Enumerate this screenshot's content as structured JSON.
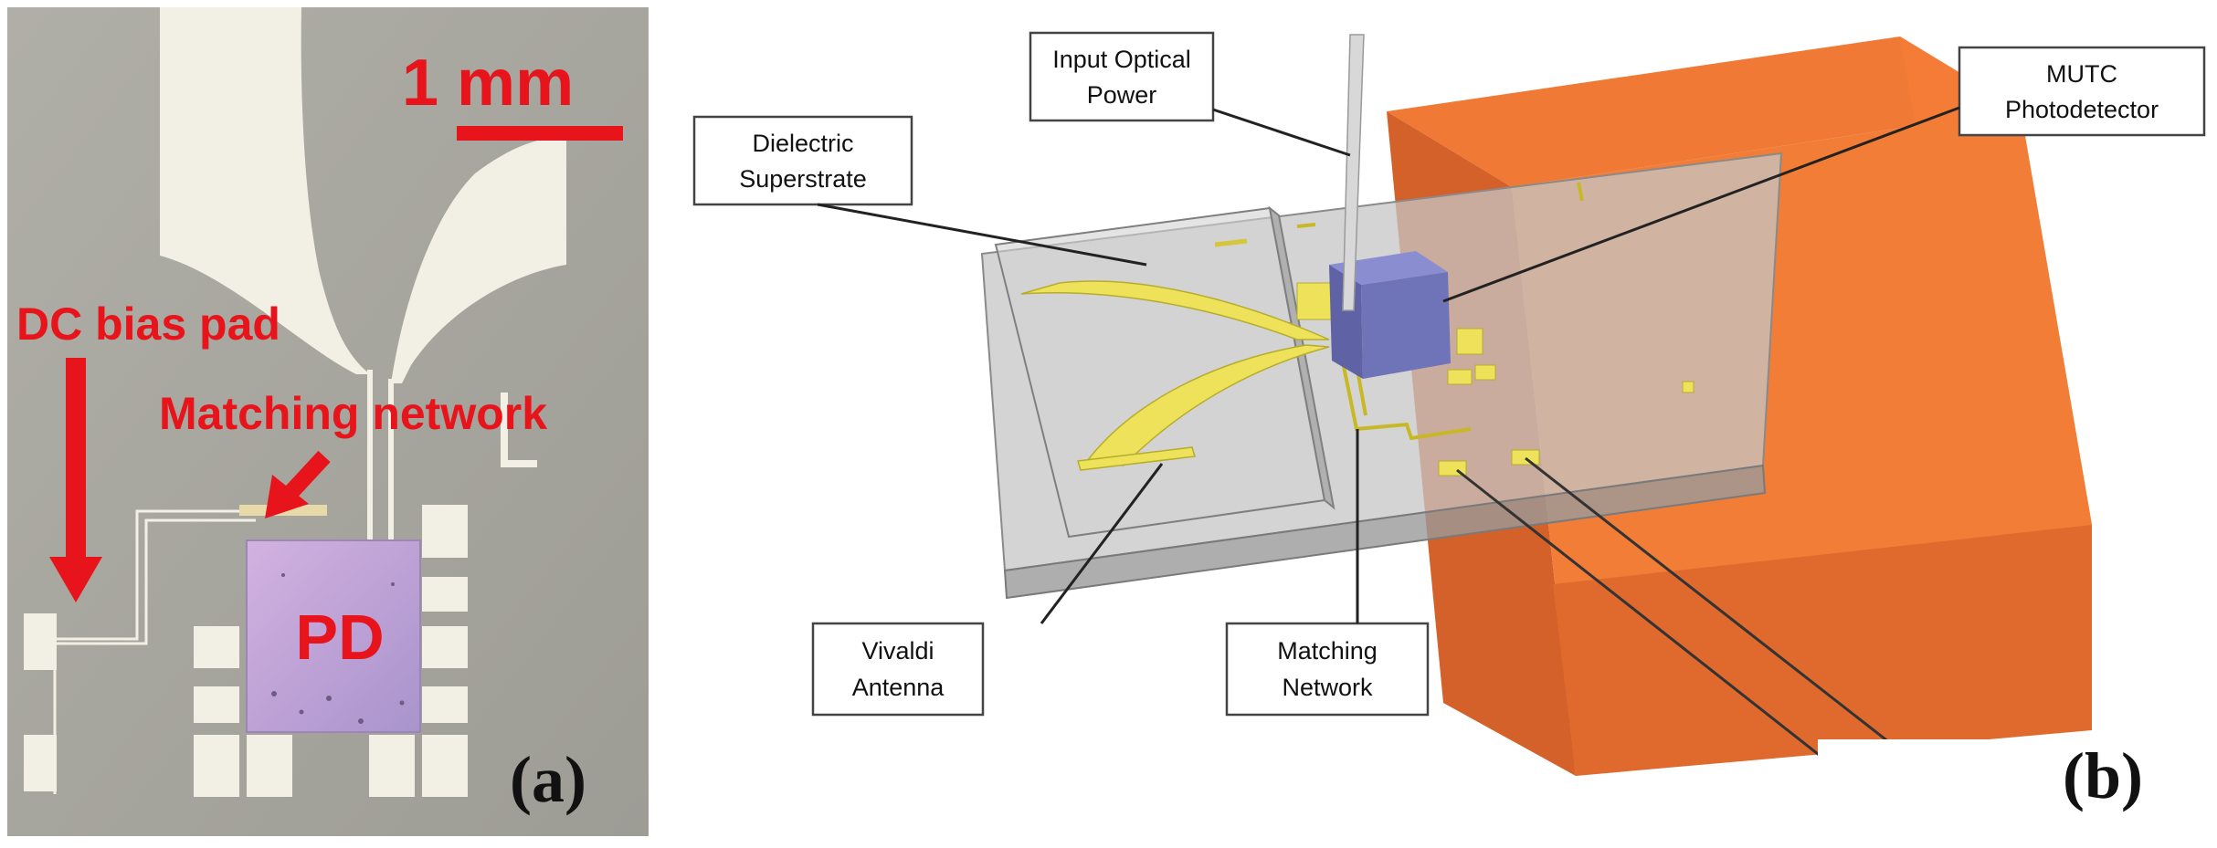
{
  "panel_a": {
    "scale_bar_label": "1 mm",
    "dc_bias_label": "DC bias pad",
    "matching_label": "Matching network",
    "pd_label": "PD",
    "panel_label": "(a)",
    "colors": {
      "substrate": "#a8a8a0",
      "metal": "#f2efe4",
      "annotation": "#e8141b",
      "pd_chip": "#c9a6d6"
    }
  },
  "panel_b": {
    "callouts": {
      "input_optical": [
        "Input Optical",
        "Power"
      ],
      "dielectric": [
        "Dielectric",
        "Superstrate"
      ],
      "mutc": [
        "MUTC",
        "Photodetector"
      ],
      "vivaldi": [
        "Vivaldi",
        "Antenna"
      ],
      "matching": [
        "Matching",
        "Network"
      ]
    },
    "panel_label": "(b)",
    "colors": {
      "housing": "#f07a35",
      "antenna": "#ede25a",
      "photodetector": "#6f74b8",
      "glass": "#c8c8c8"
    }
  }
}
